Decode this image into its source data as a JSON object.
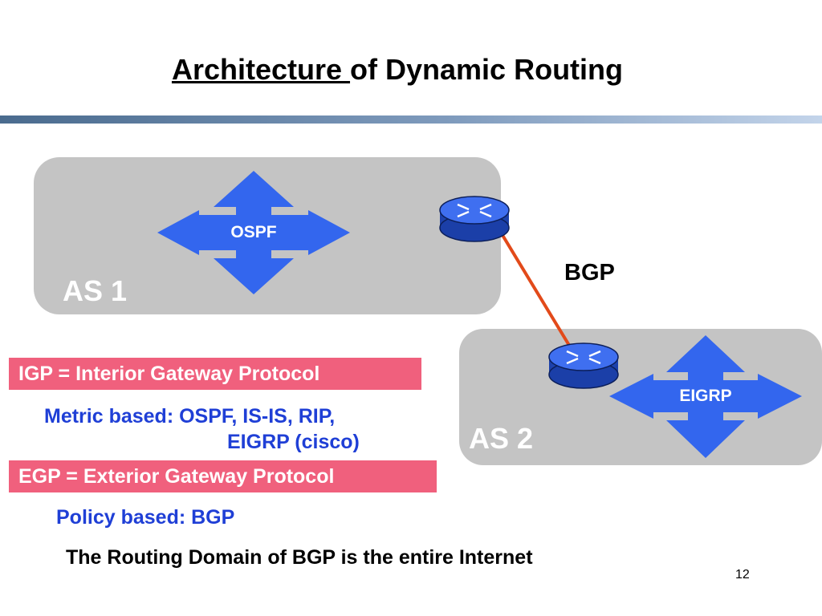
{
  "title": {
    "underlined": "Architecture ",
    "rest": "of Dynamic Routing"
  },
  "as1": {
    "label": "AS 1",
    "protocol": "OSPF"
  },
  "as2": {
    "label": "AS 2",
    "protocol": "EIGRP"
  },
  "link_label": "BGP",
  "igp": {
    "definition": "IGP = Interior Gateway Protocol",
    "examples_line1": "Metric based: OSPF, IS-IS, RIP,",
    "examples_line2": "EIGRP (cisco)"
  },
  "egp": {
    "definition": "EGP = Exterior Gateway Protocol",
    "examples": "Policy based: BGP"
  },
  "footer": "The Routing Domain of BGP is the entire Internet",
  "page_number": "12",
  "colors": {
    "as_box": "#c4c4c4",
    "arrow": "#3366ee",
    "router": "#2f5fd8",
    "link": "#e24a1a",
    "pink_label": "#f0607d",
    "blue_text": "#1f3fd6"
  },
  "icons": [
    "four-way-arrow-icon",
    "router-icon"
  ]
}
